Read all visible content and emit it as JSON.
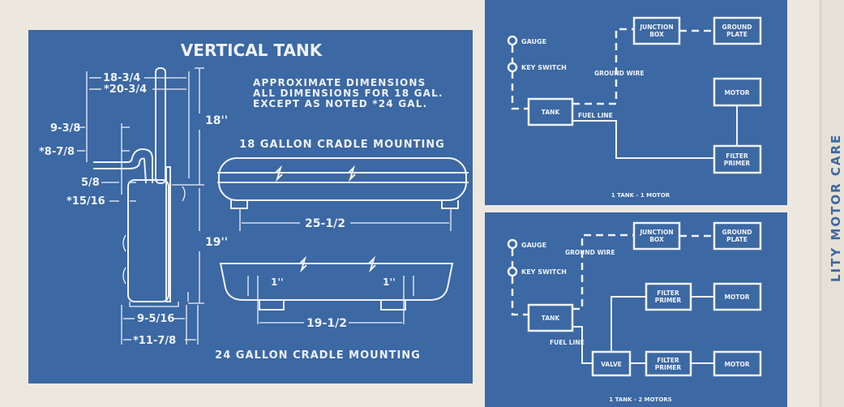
{
  "colors": {
    "panel": "#3c68a3",
    "page": "#ece8df",
    "line": "#eef2f7"
  },
  "vertical_tank": {
    "title": "VERTICAL TANK",
    "notes": [
      "APPROXIMATE DIMENSIONS",
      "ALL DIMENSIONS FOR 18 GAL.",
      "EXCEPT AS NOTED *24 GAL."
    ],
    "dims": {
      "width_18": "18-3/4",
      "width_24": "*20-3/4",
      "pipe_18": "9-3/8",
      "pipe_24": "*8-7/8",
      "gap_18": "5/8",
      "gap_24": "*15/16",
      "height_top": "18''",
      "height_bottom": "19''",
      "base_18": "9-5/16",
      "base_24": "*11-7/8"
    },
    "cradle_18": {
      "title": "18 GALLON CRADLE MOUNTING",
      "span": "25-1/2"
    },
    "cradle_24": {
      "title": "24 GALLON CRADLE MOUNTING",
      "span": "19-1/2",
      "left_offset": "1''",
      "right_offset": "1''"
    }
  },
  "diagram_1": {
    "caption": "1 TANK - 1 MOTOR",
    "gauge": "GAUGE",
    "key_switch": "KEY SWITCH",
    "ground_wire": "GROUND WIRE",
    "fuel_line": "FUEL LINE",
    "tank": "TANK",
    "junction_box": [
      "JUNCTION",
      "BOX"
    ],
    "ground_plate": [
      "GROUND",
      "PLATE"
    ],
    "motor": "MOTOR",
    "filter_primer": [
      "FILTER",
      "PRIMER"
    ]
  },
  "diagram_2": {
    "caption": "1 TANK - 2 MOTORS",
    "gauge": "GAUGE",
    "key_switch": "KEY SWITCH",
    "ground_wire": "GROUND WIRE",
    "fuel_line": "FUEL LINE",
    "tank": "TANK",
    "valve": "VALVE",
    "junction_box": [
      "JUNCTION",
      "BOX"
    ],
    "ground_plate": [
      "GROUND",
      "PLATE"
    ],
    "filter_primer_1": [
      "FILTER",
      "PRIMER"
    ],
    "motor_1": "MOTOR",
    "filter_primer_2": [
      "FILTER",
      "PRIMER"
    ],
    "motor_2": "MOTOR"
  },
  "side_heading": "LITY MOTOR CARE"
}
